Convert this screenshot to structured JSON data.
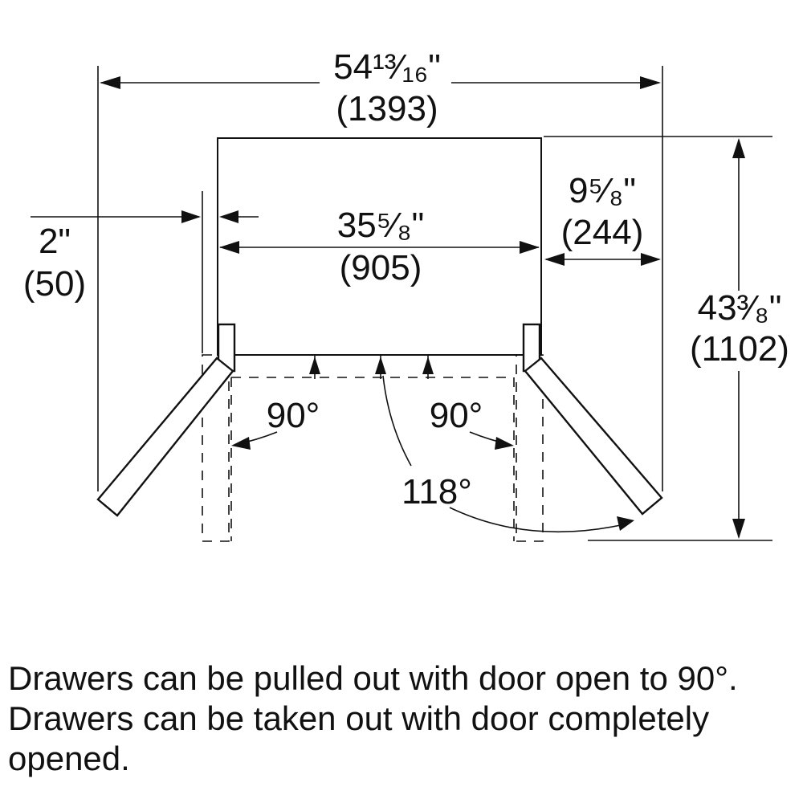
{
  "dimensions": {
    "overall_width_in": "54¹³⁄₁₆\"",
    "overall_width_mm": "(1393)",
    "cabinet_width_in": "35⁵⁄₈\"",
    "cabinet_width_mm": "(905)",
    "side_clearance_in": "9⁵⁄₈\"",
    "side_clearance_mm": "(244)",
    "depth_in": "43³⁄₈\"",
    "depth_mm": "(1102)",
    "hinge_offset_in": "2\"",
    "hinge_offset_mm": "(50)"
  },
  "angles": {
    "left_door": "90°",
    "right_door": "90°",
    "full_open": "118°"
  },
  "caption": "Drawers can be pulled out with door open to 90°. Drawers can be taken out with door completely opened."
}
